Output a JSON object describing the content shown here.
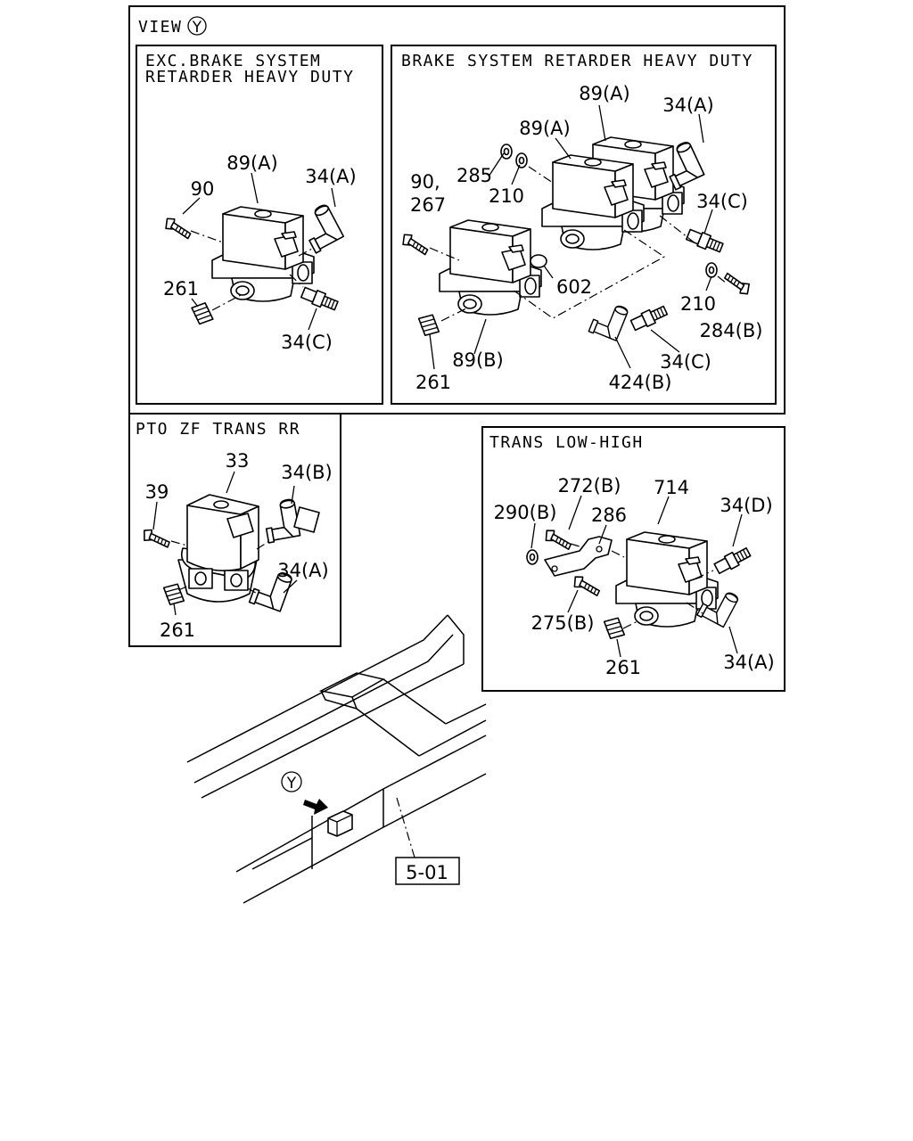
{
  "view": {
    "label": "VIEW",
    "marker": "Y"
  },
  "sections": {
    "exc": {
      "line1": "EXC.BRAKE SYSTEM",
      "line2": "RETARDER HEAVY DUTY"
    },
    "brake": {
      "title": "BRAKE SYSTEM RETARDER HEAVY DUTY"
    },
    "pto": {
      "title": "PTO ZF TRANS RR"
    },
    "trans": {
      "title": "TRANS LOW-HIGH"
    }
  },
  "callouts": {
    "exc": [
      "89(A)",
      "90",
      "34(A)",
      "261",
      "34(C)"
    ],
    "brake": [
      "89(A)",
      "34(A)",
      "89(A)",
      "285",
      "210",
      "90,",
      "267",
      "34(C)",
      "602",
      "210",
      "284(B)",
      "89(B)",
      "261",
      "424(B)",
      "34(C)"
    ],
    "pto": [
      "33",
      "34(B)",
      "39",
      "34(A)",
      "261"
    ],
    "trans": [
      "272(B)",
      "714",
      "290(B)",
      "286",
      "34(D)",
      "275(B)",
      "261",
      "34(A)"
    ]
  },
  "reference": {
    "label": "5-01"
  },
  "locator": {
    "marker": "Y"
  }
}
